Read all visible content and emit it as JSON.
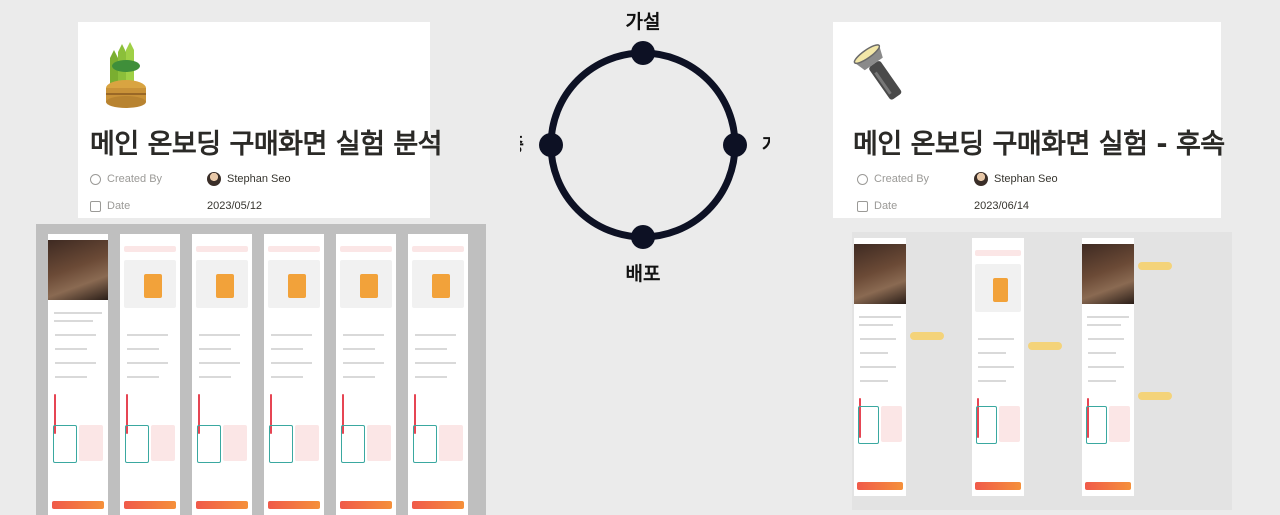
{
  "left_card": {
    "emoji_icon": "kadomatsu-icon",
    "title": "메인 온보딩 구매화면 실험 분석",
    "created_by_label": "Created By",
    "created_by_value": "Stephan Seo",
    "date_label": "Date",
    "date_value": "2023/05/12"
  },
  "right_card": {
    "emoji_icon": "flashlight-icon",
    "title": "메인 온보딩 구매화면 실험 - 후속",
    "created_by_label": "Created By",
    "created_by_value": "Stephan Seo",
    "date_label": "Date",
    "date_value": "2023/06/14"
  },
  "cycle": {
    "top": "가설",
    "right": "개발",
    "bottom": "배포",
    "left": "검증"
  },
  "colors": {
    "ring": "#0d1124",
    "accent_red": "#e64553",
    "accent_orange": "#f2a23a"
  }
}
